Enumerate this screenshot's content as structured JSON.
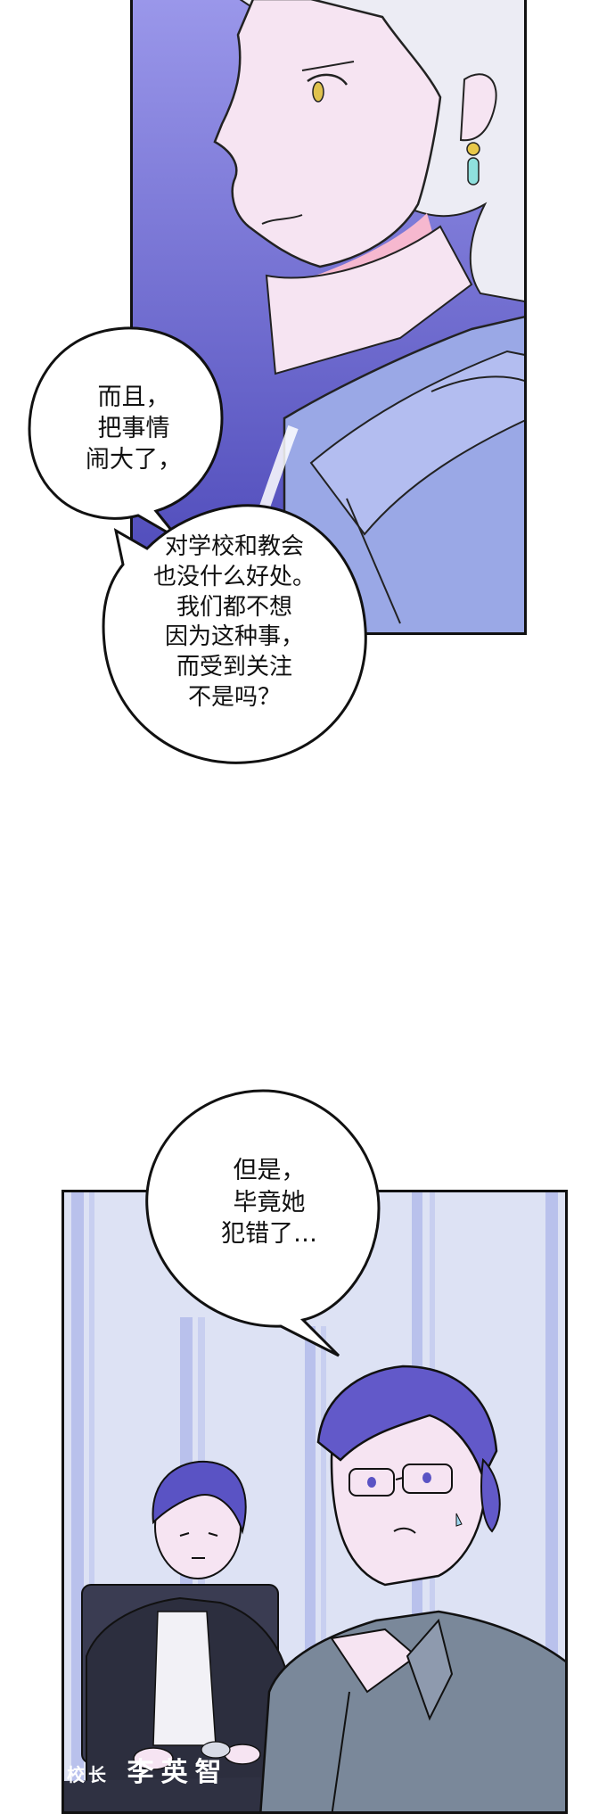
{
  "panels": [
    {
      "name": "panel-woman-earring",
      "bubbles": [
        {
          "lines": [
            "而且，",
            "把事情",
            "闹大了，"
          ]
        },
        {
          "lines": [
            "对学校和教会",
            "也没什么好处。",
            "我们都不想",
            "因为这种事，",
            "而受到关注",
            "不是吗？"
          ]
        }
      ]
    },
    {
      "name": "panel-principal-office",
      "bubbles": [
        {
          "lines": [
            "但是，",
            "毕竟她",
            "犯错了…"
          ]
        }
      ],
      "nameplate": {
        "title": "校长",
        "name": "李英智"
      }
    }
  ],
  "colors": {
    "panel1_bg_top": "#8f8ce6",
    "panel1_bg_bottom": "#4a46b8",
    "skin": "#f6e4f2",
    "hair": "#ececf4",
    "coat": "#9aa8e6",
    "panel2_bg": "#dde2f4",
    "teacher_hair": "#6259c9",
    "shirt": "#7a889a",
    "jacket": "#2c2e3e"
  }
}
